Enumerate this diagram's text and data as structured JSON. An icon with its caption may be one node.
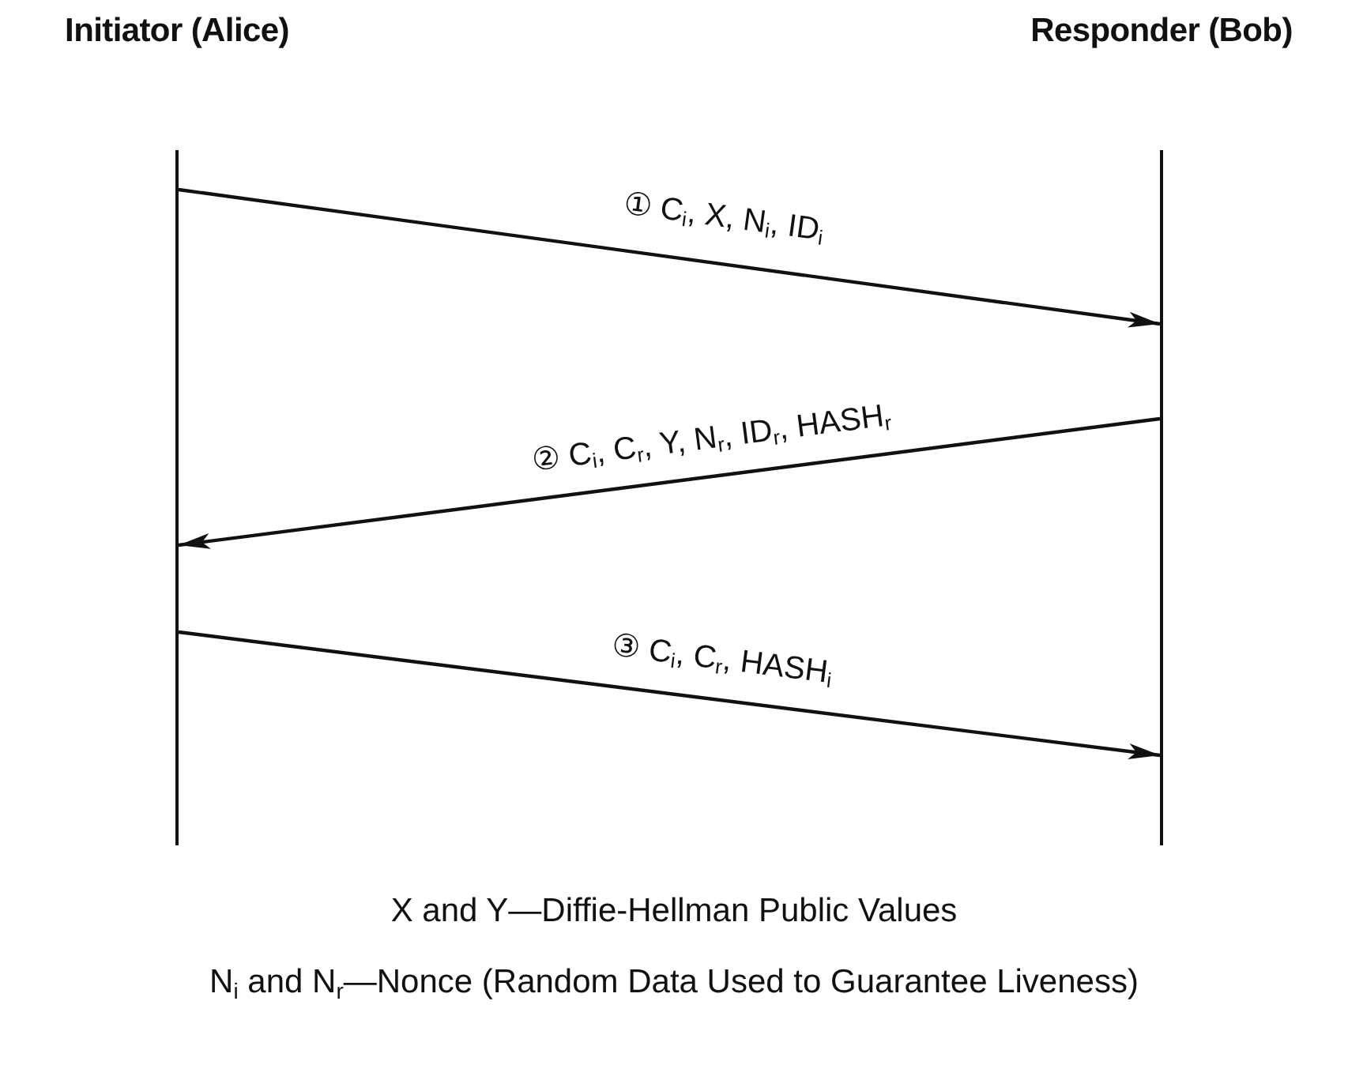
{
  "diagram": {
    "nodes": [
      {
        "text": [
          "Initiator (Alice)"
        ]
      },
      {
        "text": [
          "Responder (Bob)"
        ]
      }
    ],
    "edges": [
      {
        "from": 0,
        "to": 1,
        "arrow": "to",
        "label": "① C$_{i}$, X, N$_{i}$, ID$_{i}$"
      },
      {
        "from": 1,
        "to": 0,
        "arrow": "to",
        "label": "② C$_{i}$, C$_{r}$, Y, N$_{r}$, ID$_{r}$, HASH$_{r}$"
      },
      {
        "from": 0,
        "to": 1,
        "arrow": "to",
        "label": "③ C$_{i}$, C$_{r}$, HASH$_{i}$"
      }
    ],
    "labels": [
      "X and Y—Diffie-Hellman Public Values",
      "N$_{i}$ and N$_{r}$—Nonce (Random Data Used to Guarantee Liveness)"
    ]
  }
}
